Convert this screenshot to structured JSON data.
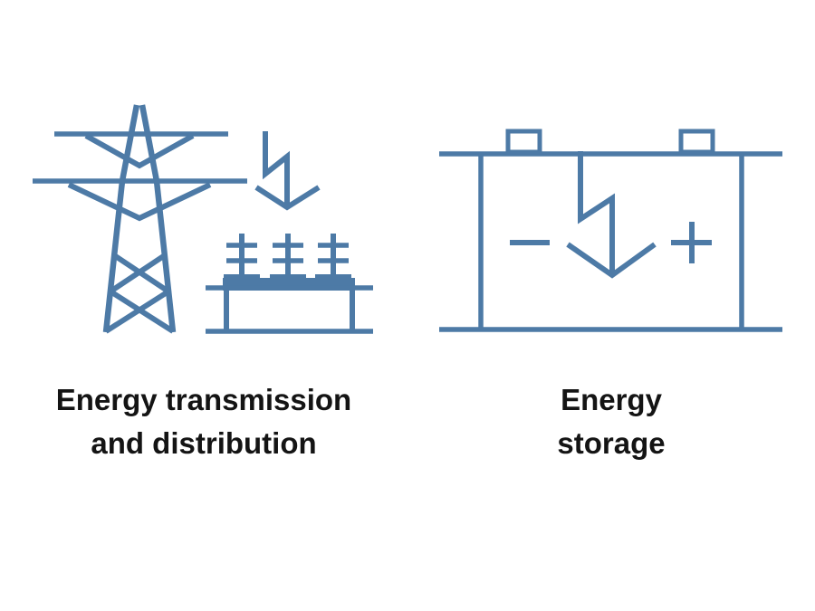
{
  "page": {
    "background": "#ffffff"
  },
  "colors": {
    "icon": "#4d7aa6",
    "text": "#141414"
  },
  "labels": {
    "transmission": {
      "line1": "Energy transmission",
      "line2": "and distribution"
    },
    "storage": {
      "line1": "Energy",
      "line2": "storage"
    }
  },
  "icons": {
    "left": "transmission-tower-with-lightning-arrow-and-substation",
    "right": "battery-with-minus-plus-and-lightning-arrow"
  }
}
